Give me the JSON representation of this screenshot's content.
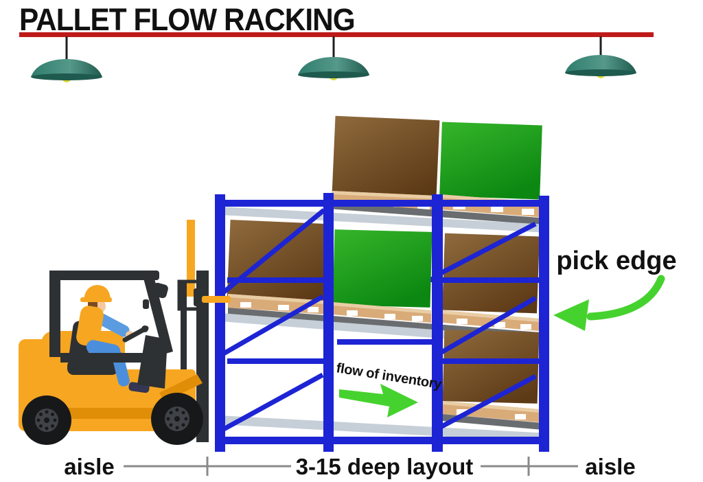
{
  "header": {
    "title": "PALLET FLOW RACKING"
  },
  "annotations": {
    "pick_edge": "pick edge",
    "flow_of_inventory": "flow of inventory"
  },
  "dimension_labels": {
    "aisle_left": "aisle",
    "rack_depth": "3-15 deep layout",
    "aisle_right": "aisle"
  },
  "scene": {
    "ceiling_lamp_count": 3,
    "rack_bay_count": 3,
    "components": [
      "ceiling-beam",
      "hanging-lamps",
      "forklift-with-driver",
      "pallet-flow-rack",
      "cartons-on-pallets",
      "flow-direction-arrow",
      "pick-edge-arrow"
    ]
  },
  "colors": {
    "title_text": "#111111",
    "label_text": "#111111",
    "ceiling_beam_red": "#bf1a1a",
    "lamp_teal": "#2f7d6d",
    "lamp_teal_dark": "#1f5a4e",
    "lamp_bulb": "#d7d832",
    "rack_blue": "#1d24d4",
    "rail_silver": "#c6cfd8",
    "rail_dark": "#6a6d70",
    "pallet_tan": "#d9ab79",
    "pallet_tan_light": "#e9cda4",
    "carton_brown_light": "#8f6a3d",
    "carton_brown_dark": "#5d3a16",
    "carton_green_light": "#35b52a",
    "carton_green_dark": "#0c8812",
    "arrow_green": "#46d22e",
    "forklift_orange": "#f7a622",
    "forklift_orange_dark": "#e08d07",
    "forklift_dark": "#2e3133",
    "tire_black": "#17181a",
    "hub_gray": "#3f4347",
    "driver_skin": "#f4c9a0",
    "driver_shirt_blue": "#5b9ce0",
    "driver_pants_blue": "#4b8fdc",
    "driver_hair": "#7a4a21",
    "dim_line_gray": "#8a8a8a"
  }
}
